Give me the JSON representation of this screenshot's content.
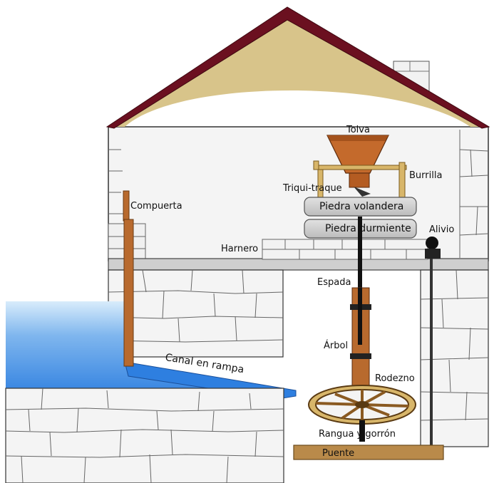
{
  "labels": {
    "tolva": "Tolva",
    "burrilla": "Burrilla",
    "triqui_traque": "Triqui-traque",
    "piedra_volandera": "Piedra volandera",
    "piedra_durmiente": "Piedra durmiente",
    "alivio": "Alivio",
    "compuerta": "Compuerta",
    "harnero": "Harnero",
    "espada": "Espada",
    "arbol": "Árbol",
    "rodezno": "Rodezno",
    "canal": "Canal en rampa",
    "rangua": "Rangua y gorrón",
    "puente": "Puente"
  },
  "colors": {
    "roof": "#6b1020",
    "attic": "#d8c48a",
    "wall": "#f4f4f4",
    "stone_line": "#555555",
    "water": "#2e7fe0",
    "wood": "#b86a2e",
    "stone": "#c9c9c9"
  }
}
